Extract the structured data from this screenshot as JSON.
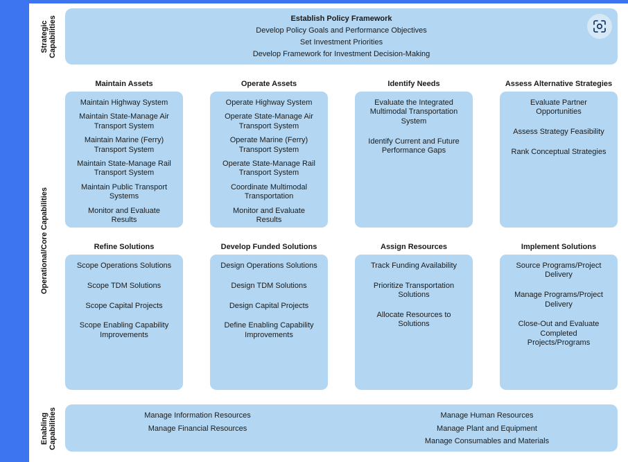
{
  "strategic": {
    "side_label": "Strategic\nCapabilities",
    "title": "Establish Policy Framework",
    "lines": [
      "Develop Policy Goals and Performance Objectives",
      "Set Investment Priorities",
      "Develop Framework for Investment Decision-Making"
    ]
  },
  "operational_label": "Operational/Core Capabilities",
  "row1": [
    {
      "title": "Maintain Assets",
      "items": [
        "Maintain Highway System",
        "Maintain State-Manage Air\nTransport System",
        "Maintain Marine (Ferry)\nTransport System",
        "Maintain State-Manage Rail\nTransport System",
        "Maintain Public Transport\nSystems",
        "Monitor and Evaluate\nResults"
      ]
    },
    {
      "title": "Operate Assets",
      "items": [
        "Operate Highway System",
        "Operate State-Manage Air\nTransport System",
        "Operate Marine (Ferry)\nTransport System",
        "Operate State-Manage Rail\nTransport System",
        "Coordinate Multimodal\nTransportation",
        "Monitor and Evaluate\nResults"
      ]
    },
    {
      "title": "Identify Needs",
      "items": [
        "Evaluate the Integrated\nMultimodal Transportation\nSystem",
        "Identify Current and Future\nPerformance Gaps"
      ]
    },
    {
      "title": "Assess Alternative Strategies",
      "items": [
        "Evaluate Partner\nOpportunities",
        "Assess Strategy Feasibility",
        "Rank Conceptual Strategies"
      ]
    }
  ],
  "row2": [
    {
      "title": "Refine Solutions",
      "items": [
        "Scope Operations Solutions",
        "Scope TDM Solutions",
        "Scope Capital Projects",
        "Scope Enabling Capability\nImprovements"
      ]
    },
    {
      "title": "Develop Funded Solutions",
      "items": [
        "Design Operations Solutions",
        "Design TDM Solutions",
        "Design Capital Projects",
        "Define Enabling Capability\nImprovements"
      ]
    },
    {
      "title": "Assign Resources",
      "items": [
        "Track Funding Availability",
        "Prioritize Transportation\nSolutions",
        "Allocate Resources to\nSolutions"
      ]
    },
    {
      "title": "Implement Solutions",
      "items": [
        "Source Programs/Project\nDelivery",
        "Manage Programs/Project\nDelivery",
        "Close-Out and Evaluate\nCompleted\nProjects/Programs"
      ]
    }
  ],
  "enabling": {
    "side_label": "Enabling\nCapabilities",
    "left": [
      "Manage Information Resources",
      "Manage Financial Resources"
    ],
    "right": [
      "Manage Human Resources",
      "Manage Plant and Equipment",
      "Manage Consumables and Materials"
    ]
  },
  "icons": {
    "scan": "scan-icon"
  },
  "colors": {
    "box": "#b3d7f2",
    "frame": "#3d74f0"
  }
}
